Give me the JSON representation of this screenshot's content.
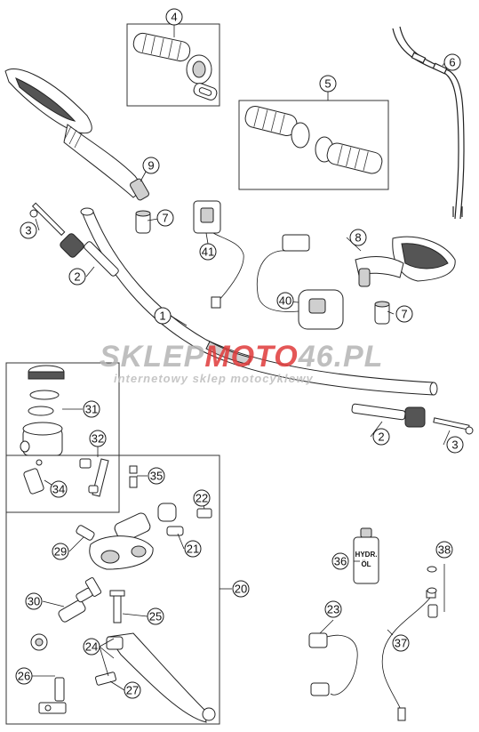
{
  "diagram": {
    "callouts": [
      {
        "id": "c1",
        "label": "1"
      },
      {
        "id": "c2a",
        "label": "2"
      },
      {
        "id": "c2b",
        "label": "2"
      },
      {
        "id": "c3a",
        "label": "3"
      },
      {
        "id": "c3b",
        "label": "3"
      },
      {
        "id": "c4",
        "label": "4"
      },
      {
        "id": "c5",
        "label": "5"
      },
      {
        "id": "c6",
        "label": "6"
      },
      {
        "id": "c7a",
        "label": "7"
      },
      {
        "id": "c7b",
        "label": "7"
      },
      {
        "id": "c8",
        "label": "8"
      },
      {
        "id": "c9",
        "label": "9"
      },
      {
        "id": "c20",
        "label": "20"
      },
      {
        "id": "c21",
        "label": "21"
      },
      {
        "id": "c22",
        "label": "22"
      },
      {
        "id": "c23",
        "label": "23"
      },
      {
        "id": "c24",
        "label": "24"
      },
      {
        "id": "c25",
        "label": "25"
      },
      {
        "id": "c26",
        "label": "26"
      },
      {
        "id": "c27",
        "label": "27"
      },
      {
        "id": "c29",
        "label": "29"
      },
      {
        "id": "c30",
        "label": "30"
      },
      {
        "id": "c31",
        "label": "31"
      },
      {
        "id": "c32",
        "label": "32"
      },
      {
        "id": "c34",
        "label": "34"
      },
      {
        "id": "c35",
        "label": "35"
      },
      {
        "id": "c36",
        "label": "36"
      },
      {
        "id": "c37",
        "label": "37"
      },
      {
        "id": "c38",
        "label": "38"
      },
      {
        "id": "c40",
        "label": "40"
      },
      {
        "id": "c41",
        "label": "41"
      }
    ],
    "bottle_label_line1": "HYDR.",
    "bottle_label_line2": "ÖL"
  },
  "watermark": {
    "part1": "SKLEP",
    "part2": "MOTO",
    "part3": "46",
    "part4": ".PL",
    "tagline": "internetowy sklep motocyklowy",
    "color_grey": "#b5b5b5",
    "color_red": "#e03a3a"
  }
}
